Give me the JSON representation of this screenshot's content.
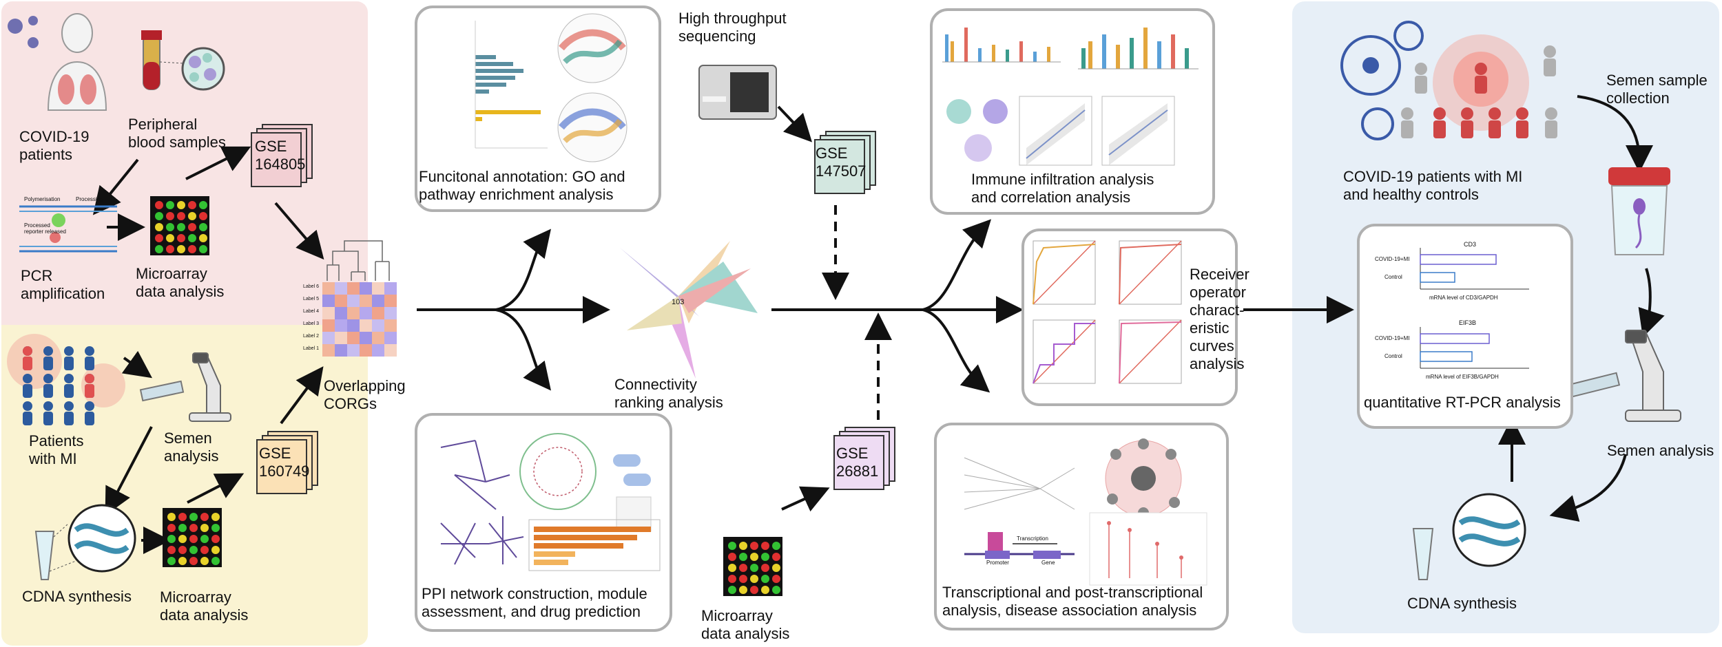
{
  "colors": {
    "panel_pink": "#f8e4e4",
    "panel_yellow": "#faf3d2",
    "panel_blue": "#e7eff7",
    "box_border": "#b0b0b0",
    "gse_pink": "#f2cfd3",
    "gse_green": "#d3e7e0",
    "gse_orange": "#fbe1b6",
    "gse_purple": "#eedcf3"
  },
  "left_top": {
    "covid_patients": "COVID-19\npatients",
    "blood_samples": "Peripheral\nblood samples",
    "gse_a": "GSE\n164805",
    "pcr": "PCR\namplification",
    "microarray_a": "Microarray\ndata analysis",
    "pcr_tags": [
      "Polymerisation",
      "Processing",
      "Processed\nreporter released"
    ]
  },
  "left_bottom": {
    "patients_mi": "Patients\nwith MI",
    "semen_analysis": "Semen\nanalysis",
    "gse_b": "GSE\n160749",
    "cdna": "CDNA synthesis",
    "microarray_b": "Microarray\ndata analysis"
  },
  "overlap": {
    "label": "Overlapping\nCORGs",
    "row_labels": [
      "Label 6",
      "Label 5",
      "Label 4",
      "Label 3",
      "Label 2",
      "Label 1"
    ]
  },
  "center": {
    "go_caption": "Funcitonal annotation: GO and\npathway enrichment analysis",
    "connectivity": "Connectivity\nranking analysis",
    "ppi_caption": "PPI network construction, module\nassessment, and drug prediction",
    "hts": "High throughput\nsequencing",
    "gse_c": "GSE\n147507",
    "gse_d": "GSE\n26881",
    "microarray_c": "Microarray\ndata analysis"
  },
  "right": {
    "immune_caption": "Immune infiltration analysis\nand correlation analysis",
    "roc_caption": "Receiver\noperator\ncharact-\neristic\ncurves\nanalysis",
    "transcription_caption": "Transcriptional and post-transcriptional\nanalysis, disease association analysis",
    "transcription_tags": [
      "Transcription",
      "Promoter",
      "Gene"
    ]
  },
  "far_right": {
    "covid_mi": "COVID-19 patients with MI\nand healthy controls",
    "semen_collection": "Semen sample\ncollection",
    "qpcr": "quantitative RT-PCR analysis",
    "semen_analysis": "Semen analysis",
    "cdna": "CDNA synthesis",
    "bar_titles": [
      "CD3",
      "EIF3B"
    ],
    "bar_groups": [
      "COVID-19+MI",
      "Control"
    ],
    "bar_xlabels": [
      "mRNA level of CD3/GAPDH",
      "mRNA level of EIF3B/GAPDH"
    ]
  }
}
